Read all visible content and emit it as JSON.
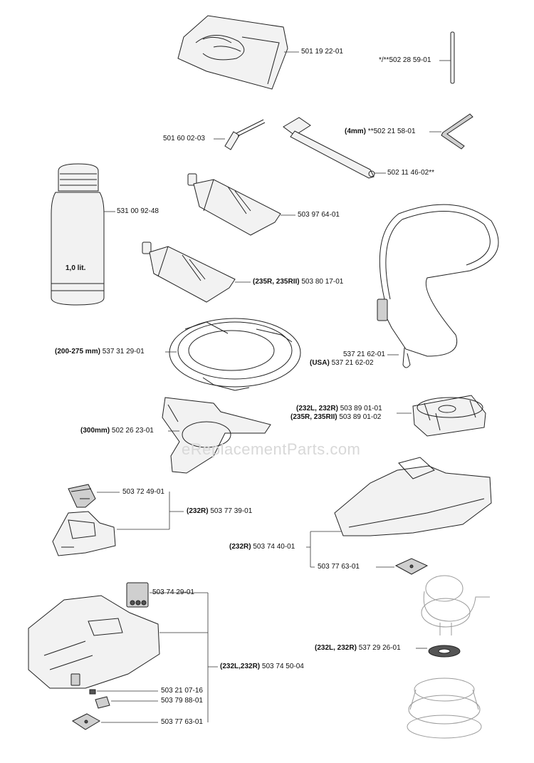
{
  "watermark": "eReplacementParts.com",
  "parts": {
    "tool_bag": "501 19 22-01",
    "pin": "*/**502 28 59-01",
    "allen_key_prefix": "(4mm)",
    "allen_key": "**502 21 58-01",
    "screwdriver": "501 60 02-03",
    "combination_wrench": "502 11 46-02**",
    "oil_bottle": "531 00 92-48",
    "oil_bottle_volume": "1,0 lit.",
    "grease_tube": "503 97 64-01",
    "grease_tube_2_prefix": "(235R, 235RII)",
    "grease_tube_2": "503 80 17-01",
    "harness_prefix": "(200-275 mm)",
    "harness": "537 31 29-01",
    "shoulder_strap": "537 21 62-01",
    "shoulder_strap_usa_prefix": "(USA)",
    "shoulder_strap_usa": "537 21 62-02",
    "trimmer_head_prefix": "(232L, 232R)",
    "trimmer_head": "503 89 01-01",
    "trimmer_head_2_prefix": "(235R, 235RII)",
    "trimmer_head_2": "503 89 01-02",
    "blade_guard_prefix": "(300mm)",
    "blade_guard": "502 26 23-01",
    "bracket": "503 72 49-01",
    "small_guard_prefix": "(232R)",
    "small_guard": "503 77 39-01",
    "large_guard_prefix": "(232R)",
    "large_guard": "503 74 40-01",
    "guard_plate": "503 77 63-01",
    "decal": "503 74 29-01",
    "combi_guard_prefix": "(232L,232R)",
    "combi_guard": "503 74 50-04",
    "screw": "503 21 07-16",
    "clamp": "503 79 88-01",
    "clamp_plate": "503 77 63-01",
    "washer_prefix": "(232L, 232R)",
    "washer": "537 29 26-01"
  }
}
